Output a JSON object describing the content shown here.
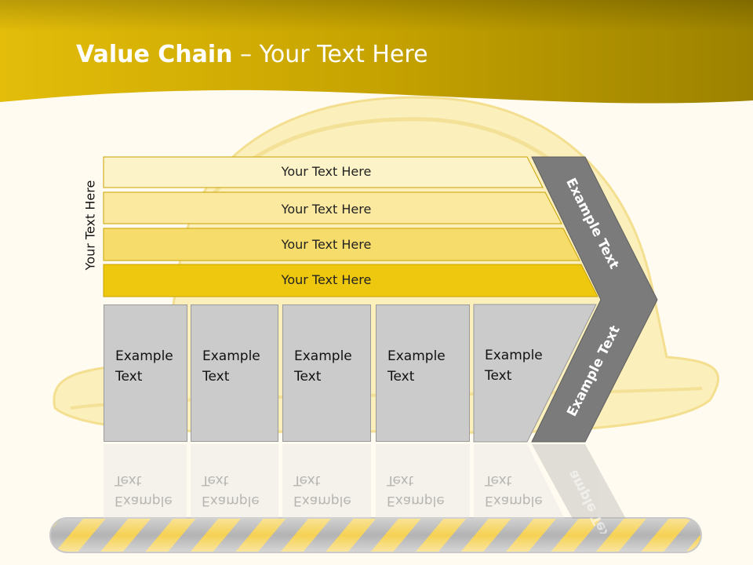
{
  "slide": {
    "title_bold": "Value Chain",
    "title_rest": " – Your Text Here",
    "vertical_label": "Your Text Here"
  },
  "bars": [
    {
      "label": "Your Text Here",
      "color": "#fdf3c8"
    },
    {
      "label": "Your Text Here",
      "color": "#fbe9a0"
    },
    {
      "label": "Your Text Here",
      "color": "#f6dc6a"
    },
    {
      "label": "Your Text Here",
      "color": "#eec70f"
    }
  ],
  "boxes": [
    {
      "label": "Example Text"
    },
    {
      "label": "Example Text"
    },
    {
      "label": "Example Text"
    },
    {
      "label": "Example Text"
    },
    {
      "label": "Example Text"
    }
  ],
  "chevron": {
    "upper_label": "Example Text",
    "lower_label": "Example Text",
    "color": "#7b7b7b"
  },
  "colors": {
    "header_gold": "#b99800",
    "background": "#fffbf0",
    "box_gray": "#cbcbcb"
  }
}
